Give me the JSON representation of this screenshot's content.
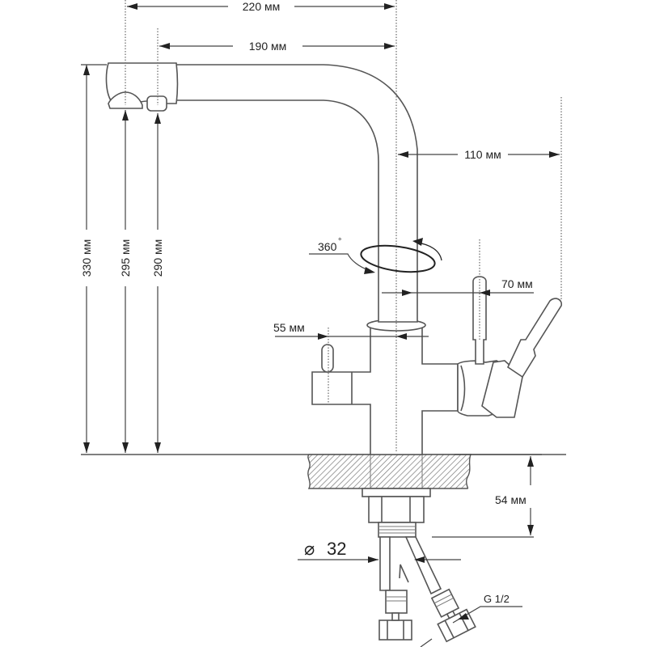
{
  "title": "Kitchen faucet dimensional drawing",
  "dimensions": {
    "spout_reach_total": "220 мм",
    "spout_reach_filtered": "190 мм",
    "handle_offset": "110 мм",
    "height_total": "330 мм",
    "height_outlet_1": "295 мм",
    "height_outlet_2": "290 мм",
    "rotation": "360",
    "rotation_unit": "°",
    "right_lever_offset": "70 мм",
    "left_lever_offset": "55 мм",
    "mount_depth": "54 мм",
    "hole_diameter": "32",
    "diameter_symbol": "⌀",
    "hose_thread": "G 1/2"
  },
  "colors": {
    "line": "#555555",
    "dimension": "#444444",
    "text": "#222222",
    "background": "#ffffff"
  }
}
